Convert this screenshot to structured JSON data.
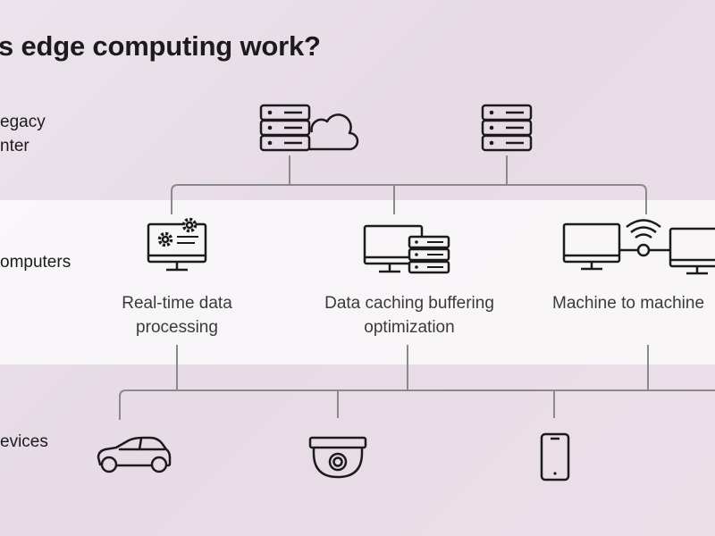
{
  "title": "s edge computing work?",
  "rows": {
    "legacy": [
      "egacy",
      "nter"
    ],
    "edge": "omputers",
    "devices": "evices"
  },
  "edge_nodes": [
    {
      "caption": [
        "Real-time data",
        "processing"
      ],
      "icon": "monitor-gears-icon"
    },
    {
      "caption": [
        "Data caching buffering",
        "optimization"
      ],
      "icon": "monitor-server-icon"
    },
    {
      "caption": [
        "Machine to machine"
      ],
      "icon": "machine-to-machine-icon"
    }
  ],
  "top_nodes": [
    {
      "icon": "server-cloud-icon"
    },
    {
      "icon": "server-icon"
    }
  ],
  "devices": [
    {
      "icon": "car-icon"
    },
    {
      "icon": "security-camera-icon"
    },
    {
      "icon": "smartphone-icon"
    }
  ],
  "colors": {
    "line": "#8a8a8a",
    "icon": "#1b1b1b",
    "band": "#ffffff"
  }
}
